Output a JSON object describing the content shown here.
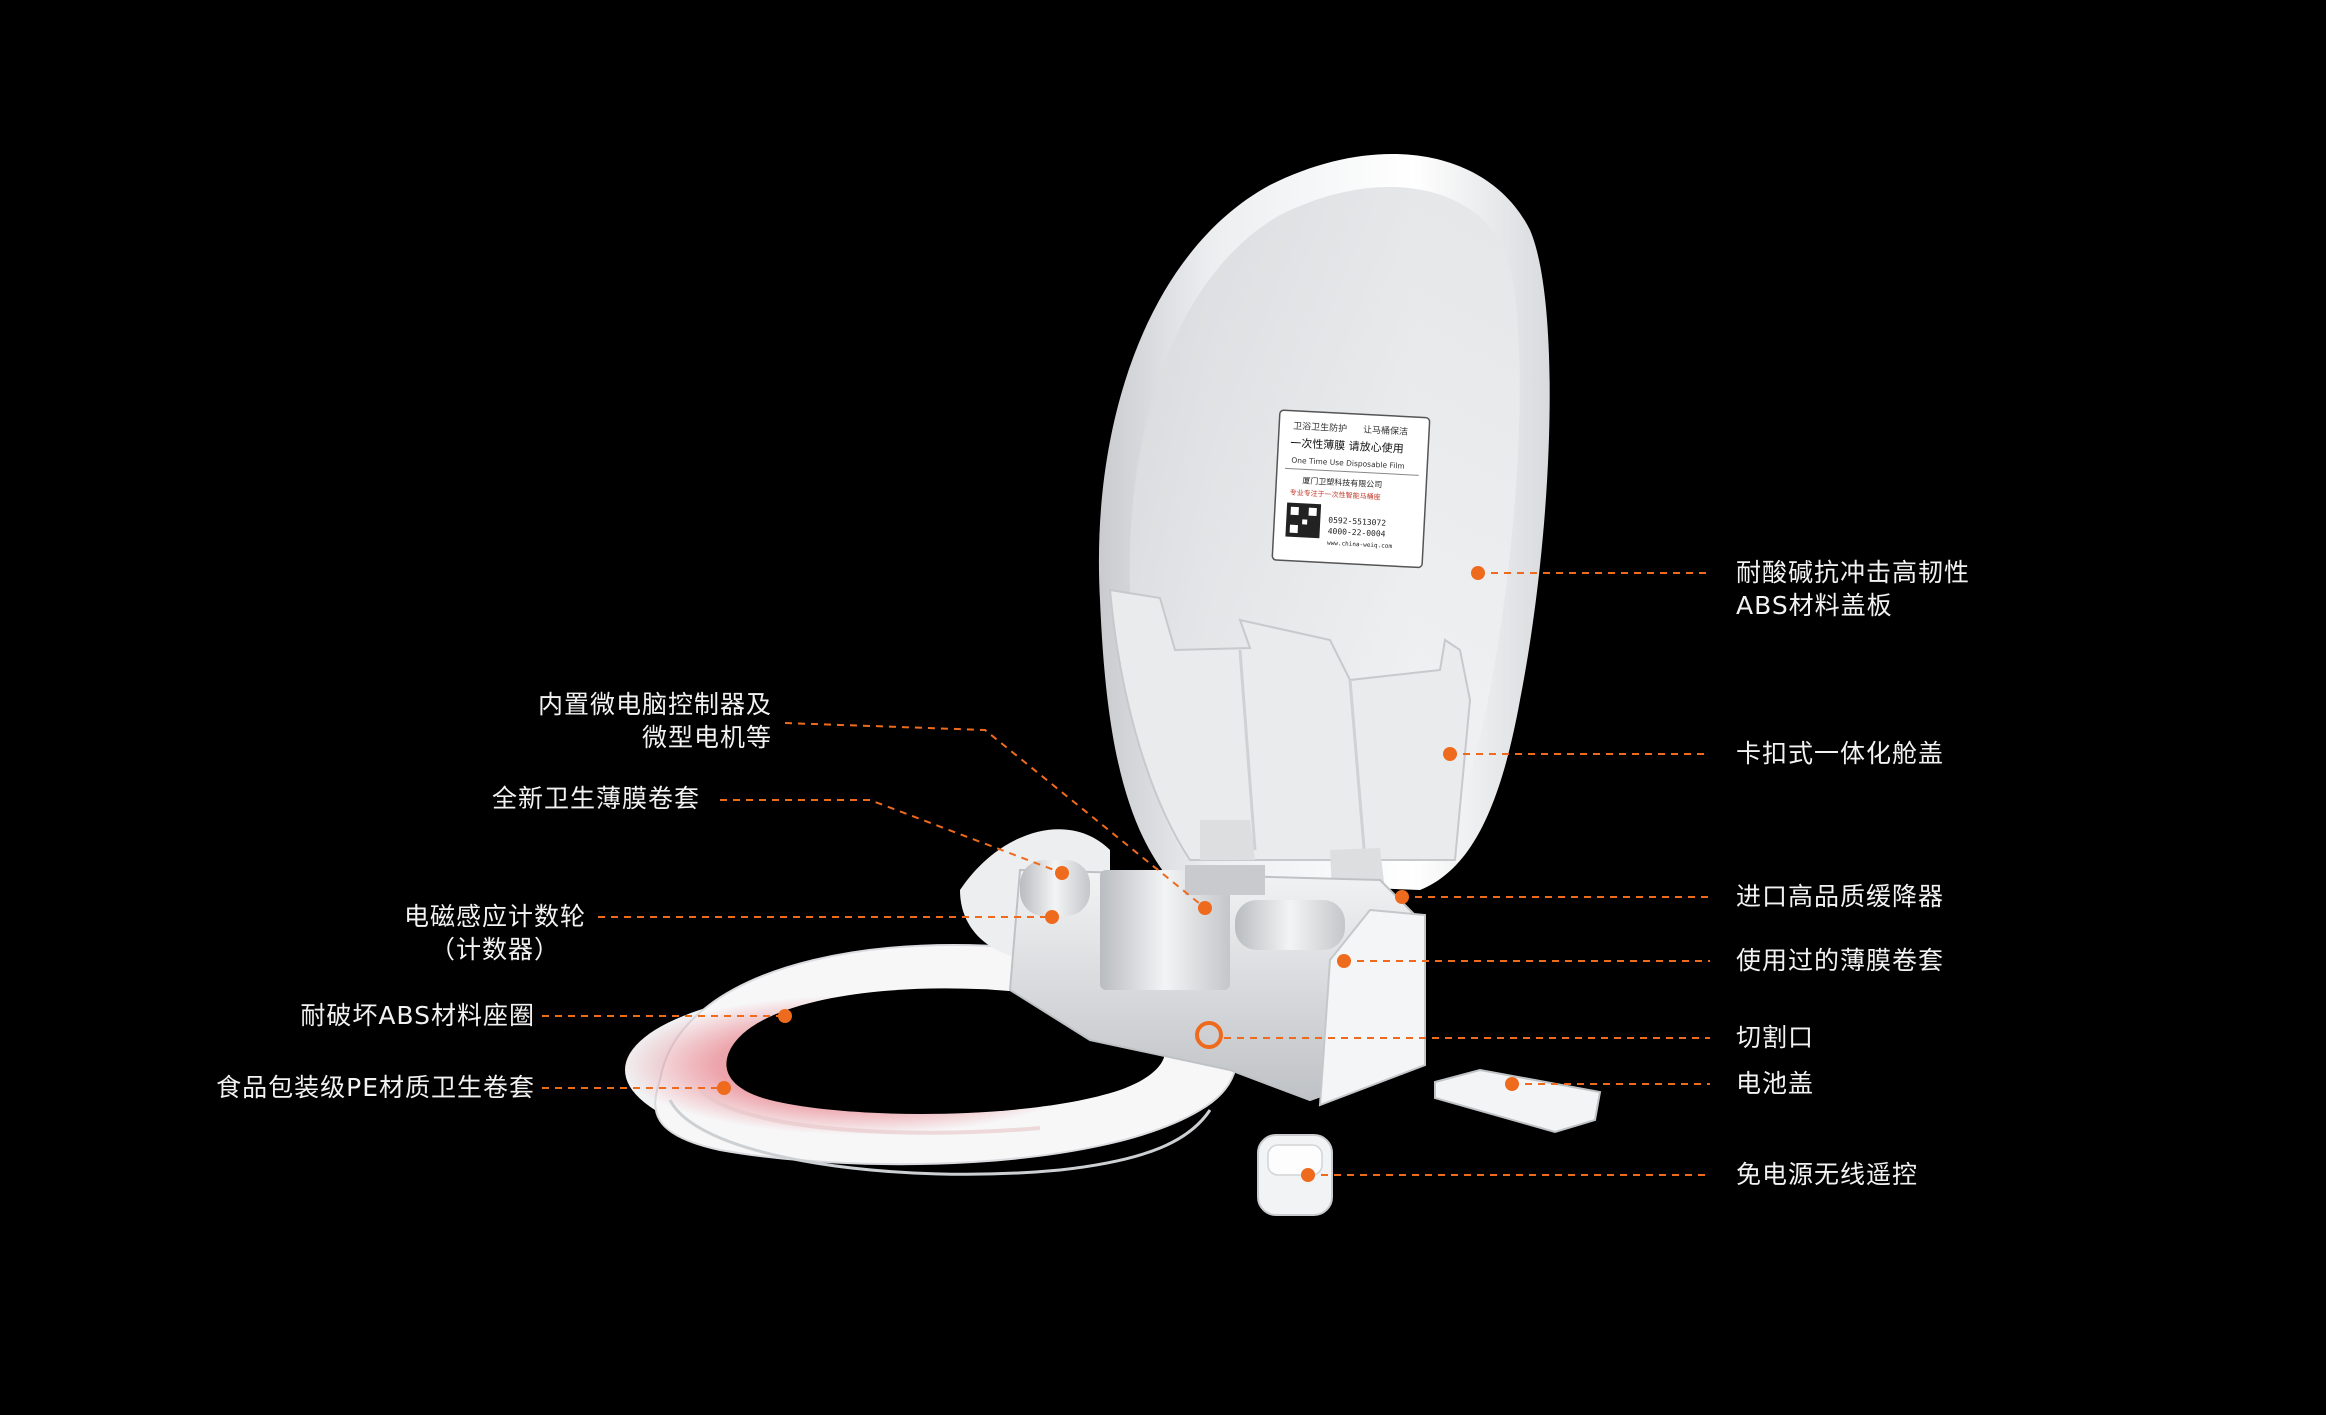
{
  "colors": {
    "background": "#000000",
    "accent": "#ee6b1e",
    "text": "#f2f2f2"
  },
  "image": {
    "subject": "white-automatic-toilet-seat-cover-photo"
  },
  "sticker": {
    "line1": "卫浴卫生防护",
    "line1b": "让马桶保洁",
    "line2": "一次性薄膜 请放心使用",
    "line3": "One Time Use Disposable Film",
    "line4": "厦门卫塑科技有限公司",
    "line5": "专业专注于一次性智能马桶座",
    "phone1": "0592-5513072",
    "phone2": "4000-22-0004",
    "web": "www.china-weiq.com"
  },
  "labels_left": {
    "controller_line1": "内置微电脑控制器及",
    "controller_line2": "微型电机等",
    "film_roll": "全新卫生薄膜卷套",
    "counter_line1": "电磁感应计数轮",
    "counter_line2": "（计数器）",
    "seat_ring": "耐破坏ABS材料座圈",
    "pe_cover": "食品包装级PE材质卫生卷套"
  },
  "labels_right": {
    "lid_line1": "耐酸碱抗冲击高韧性",
    "lid_line2": "ABS材料盖板",
    "cabin_cover": "卡扣式一体化舱盖",
    "damper": "进口高品质缓降器",
    "used_film": "使用过的薄膜卷套",
    "cut_opening": "切割口",
    "battery_cover": "电池盖",
    "remote": "免电源无线遥控"
  }
}
